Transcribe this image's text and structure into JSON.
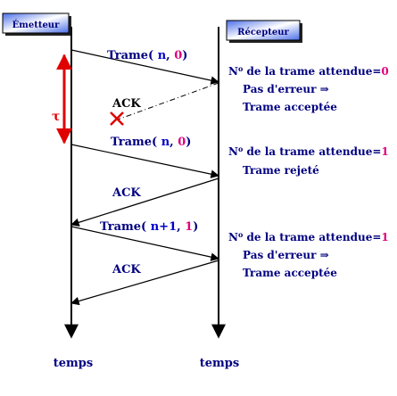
{
  "actors": {
    "sender": "Émetteur",
    "receiver": "Récepteur"
  },
  "time_label": "temps",
  "delay_label": "τ",
  "messages": [
    {
      "kind": "frame",
      "prefix": "Trame( ",
      "seq": "n",
      "sep": ", ",
      "bit": "0",
      "suffix": ")"
    },
    {
      "kind": "ack",
      "label": "ACK",
      "lost": true
    },
    {
      "kind": "frame",
      "prefix": "Trame( ",
      "seq": "n",
      "sep": ", ",
      "bit": "0",
      "suffix": ")"
    },
    {
      "kind": "ack",
      "label": "ACK",
      "lost": false
    },
    {
      "kind": "frame",
      "prefix": "Trame( ",
      "seq": "n+1",
      "sep": ", ",
      "bit": "1",
      "suffix": ")"
    },
    {
      "kind": "ack",
      "label": "ACK",
      "lost": false
    }
  ],
  "receiver_notes": [
    {
      "expected_text": "N",
      "expected_sup": "o",
      "expected_rest": " de la trame attendue=",
      "expected_value": "0",
      "lines": [
        "Pas d'erreur ⇒",
        "Trame acceptée"
      ]
    },
    {
      "expected_text": "N",
      "expected_sup": "o",
      "expected_rest": " de la trame attendue=",
      "expected_value": "1",
      "lines": [
        "Trame rejeté"
      ]
    },
    {
      "expected_text": "N",
      "expected_sup": "o",
      "expected_rest": " de la trame attendue=",
      "expected_value": "1",
      "lines": [
        "Pas d'erreur ⇒",
        "Trame acceptée"
      ]
    }
  ],
  "colors": {
    "text": "#000080",
    "seq": "#0000cc",
    "bit": "#e0007a",
    "delay": "#e00000",
    "lost_mark": "#e00000",
    "arrow": "#000000"
  }
}
